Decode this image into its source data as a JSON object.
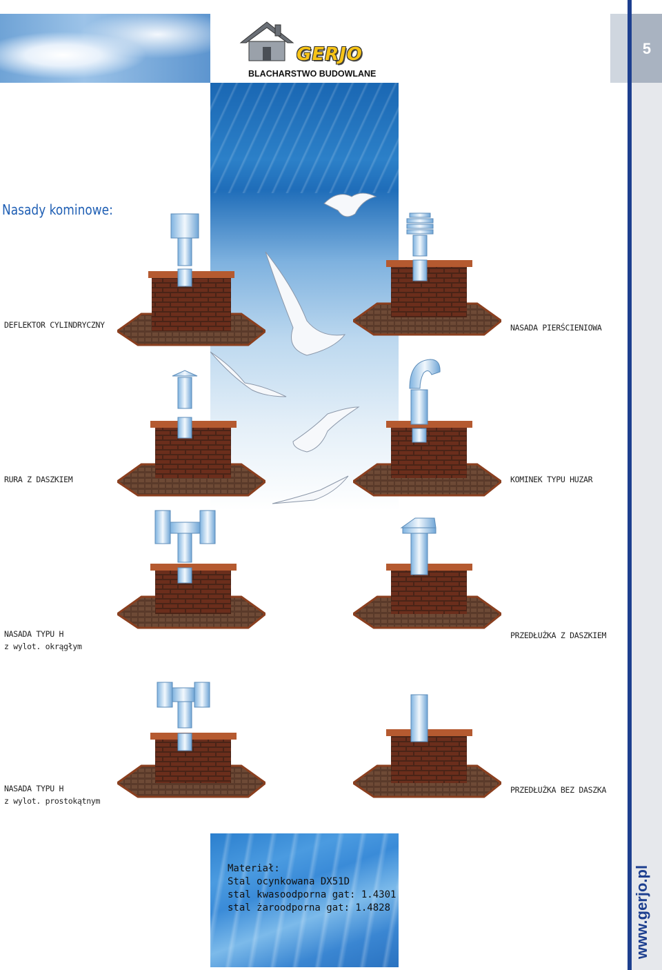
{
  "header": {
    "brand_name": "GERJO",
    "brand_tagline": "BLACHARSTWO BUDOWLANE",
    "page_number": "5"
  },
  "side": {
    "url": "www.gerjo.pl"
  },
  "section_title": "Nasady kominowe:",
  "products": [
    {
      "line1": "DEFLEKTOR CYLINDRYCZNY",
      "line2": ""
    },
    {
      "line1": "NASADA PIERŚCIENIOWA",
      "line2": ""
    },
    {
      "line1": "RURA Z DASZKIEM",
      "line2": ""
    },
    {
      "line1": "KOMINEK TYPU HUZAR",
      "line2": ""
    },
    {
      "line1": "NASADA TYPU H",
      "line2": "z wylot. okrągłym"
    },
    {
      "line1": "PRZEDŁUŻKA Z DASZKIEM",
      "line2": ""
    },
    {
      "line1": "NASADA TYPU H",
      "line2": "z wylot. prostokątnym"
    },
    {
      "line1": "PRZEDŁUŻKA BEZ DASZKA",
      "line2": ""
    }
  ],
  "material": {
    "heading": "Materiał:",
    "lines": [
      "Stal ocynkowana DX51D",
      "stal kwasoodporna gat: 1.4301",
      "stal żaroodporna gat: 1.4828"
    ]
  },
  "colors": {
    "brand_yellow": "#f7c418",
    "accent_blue": "#1f5fb4",
    "side_bar": "#1d3f8f",
    "brick": "#4a2417",
    "roof": "#5a3a2a"
  }
}
